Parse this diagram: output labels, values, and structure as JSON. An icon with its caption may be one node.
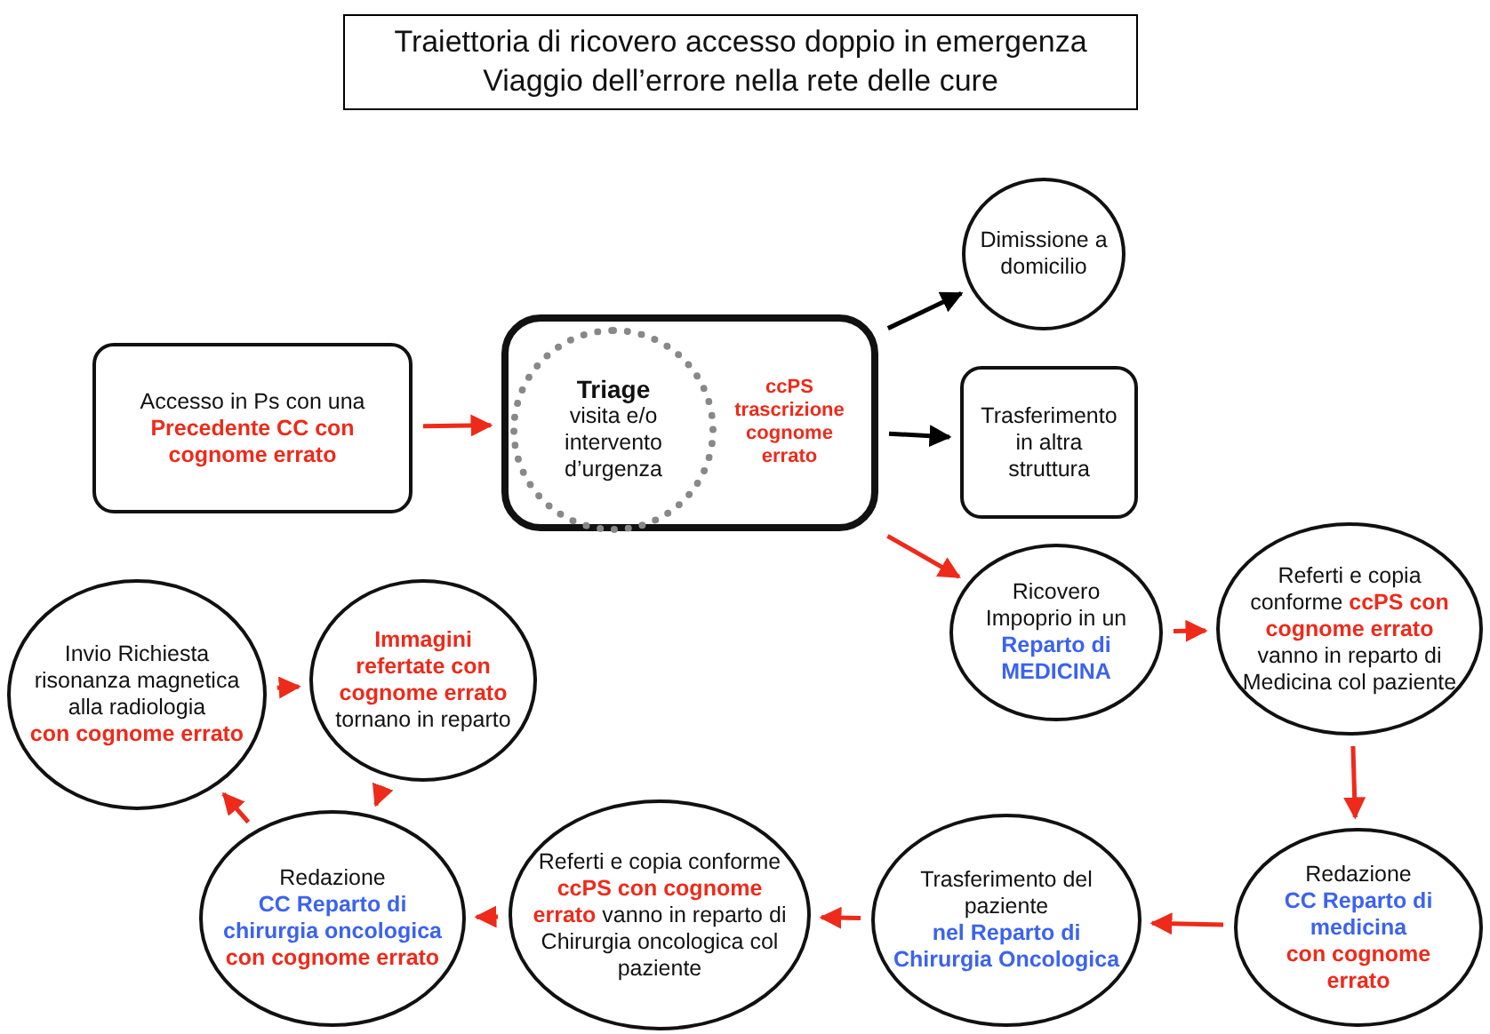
{
  "diagram": {
    "title": "Traiettoria di ricovero accesso doppio in emergenza Viaggio dell’errore nella rete delle cure",
    "nodes": [
      {
        "text": [
          "Accesso in Ps con una",
          "Precedente CC con cognome errato"
        ]
      },
      {
        "text": [
          "ccPS trascrizione cognome errato"
        ]
      },
      {
        "text": [
          "Triage",
          "visita e/o intervento d’urgenza"
        ],
        "in": 1
      },
      {
        "text": [
          "Dimissione a domicilio"
        ]
      },
      {
        "text": [
          "Trasferimento in altra struttura"
        ]
      },
      {
        "text": [
          "Ricovero Impoprio in un **Reparto di MEDICINA**"
        ]
      },
      {
        "text": [
          "Referti e copia conforme **ccPS con cognome errato** vanno in reparto di Medicina col paziente"
        ]
      },
      {
        "text": [
          "Redazione",
          "CC Reparto di medicina",
          "con cognome errato"
        ]
      },
      {
        "text": [
          "Trasferimento del paziente",
          "nel Reparto di Chirurgia Oncologica"
        ]
      },
      {
        "text": [
          "Referti e copia conforme **ccPS con cognome errato** vanno in reparto di Chirurgia oncologica col paziente"
        ]
      },
      {
        "text": [
          "Redazione",
          "CC Reparto di chirurgia oncologica",
          "con cognome errato"
        ]
      },
      {
        "text": [
          "Invio Richiesta risonanza magnetica alla radiologia",
          "con cognome errato"
        ]
      },
      {
        "text": [
          "**Immagini refertate con cognome errato** tornano in reparto"
        ]
      }
    ],
    "edges": [
      {
        "from": 0,
        "to": 1,
        "arrow": "to"
      },
      {
        "from": 1,
        "to": 3,
        "arrow": "to",
        "color": "#000000"
      },
      {
        "from": 1,
        "to": 4,
        "arrow": "to",
        "color": "#000000"
      },
      {
        "from": 1,
        "to": 5,
        "arrow": "to"
      },
      {
        "from": 5,
        "to": 6,
        "arrow": "to"
      },
      {
        "from": 6,
        "to": 7,
        "arrow": "to"
      },
      {
        "from": 7,
        "to": 8,
        "arrow": "to"
      },
      {
        "from": 8,
        "to": 9,
        "arrow": "to"
      },
      {
        "from": 9,
        "to": 10,
        "arrow": "to"
      },
      {
        "from": 10,
        "to": 11,
        "arrow": "to"
      },
      {
        "from": 11,
        "to": 12,
        "arrow": "to"
      },
      {
        "from": 12,
        "to": 10,
        "arrow": "to"
      }
    ]
  }
}
